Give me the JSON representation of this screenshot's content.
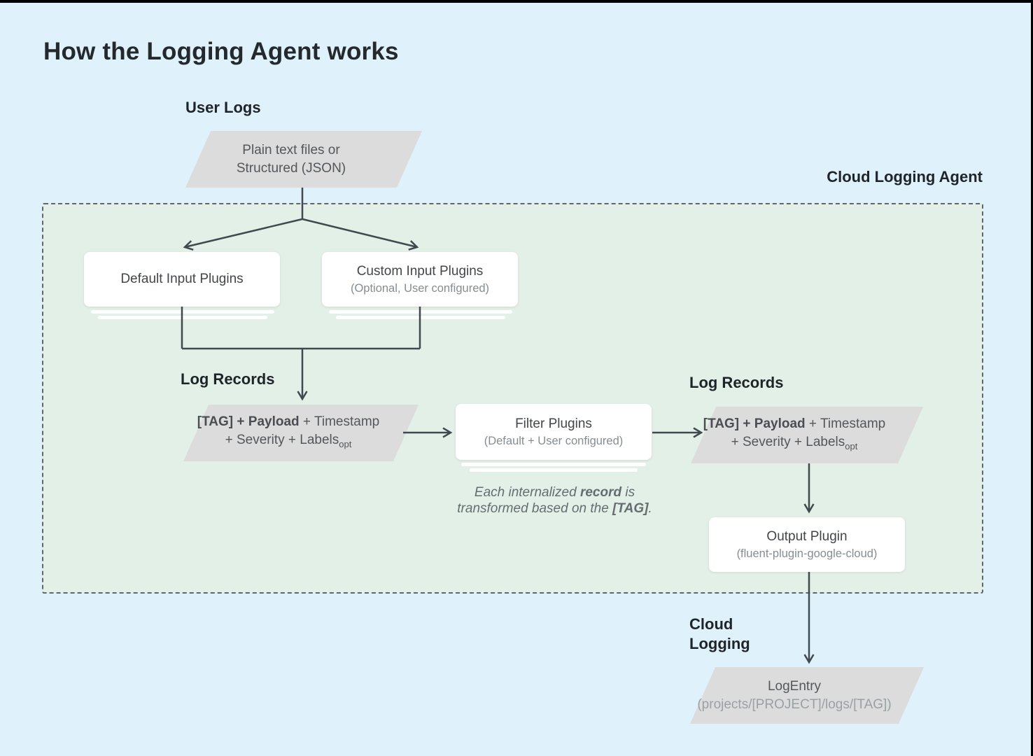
{
  "title": "How the Logging Agent works",
  "agent_label": "Cloud Logging Agent",
  "user_logs_label": "User Logs",
  "user_logs_shape": {
    "line1": "Plain text files or",
    "line2": "Structured (JSON)"
  },
  "default_input": {
    "title": "Default Input Plugins"
  },
  "custom_input": {
    "title": "Custom Input Plugins",
    "subtitle": "(Optional, User configured)"
  },
  "log_records_left_label": "Log Records",
  "log_records_right_label": "Log Records",
  "log_record": {
    "bold": "[TAG] + Payload",
    "rest": " + Timestamp",
    "line2": "+ Severity + Labels",
    "subscript": "opt"
  },
  "filter": {
    "title": "Filter Plugins",
    "subtitle": "(Default + User configured)"
  },
  "note": {
    "seg1": "Each internalized ",
    "bold1": "record",
    "seg2": " is transformed based on the ",
    "bold2": "[TAG]",
    "seg3": "."
  },
  "output": {
    "title": "Output Plugin",
    "subtitle": "(fluent-plugin-google-cloud)"
  },
  "cloud_logging_label": {
    "line1": "Cloud",
    "line2": "Logging"
  },
  "log_entry": {
    "title": "LogEntry",
    "subtitle": "(projects/[PROJECT]/logs/[TAG])"
  },
  "colors": {
    "background": "#dff2fb",
    "agent_fill": "#e3f0e7",
    "shape_fill": "#dcdcdc",
    "card_fill": "#ffffff",
    "arrow": "#42494e",
    "dash_border": "#60666b",
    "title_text": "#24292d",
    "label_text": "#1f2428",
    "box_title": "#424649",
    "box_subtitle": "#868d92",
    "shape_text": "#53575a",
    "note_text": "#666c70",
    "edge": "#000000"
  }
}
